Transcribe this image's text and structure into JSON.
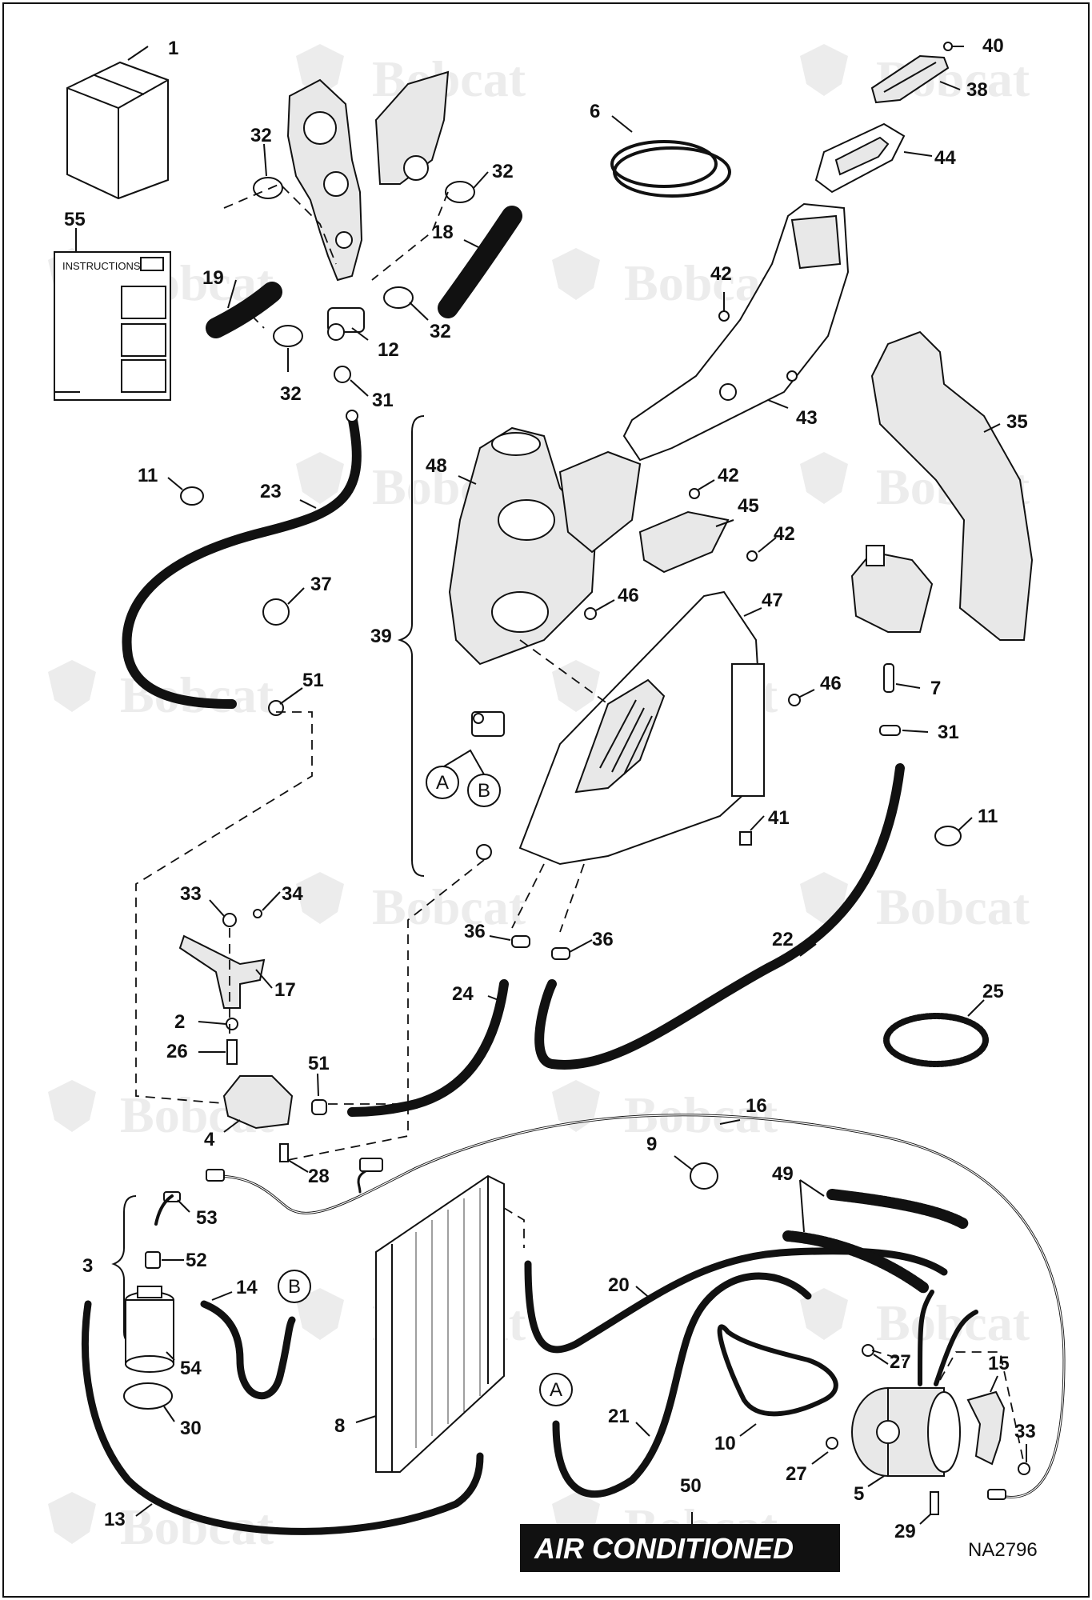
{
  "watermark": {
    "brand": "Bobcat"
  },
  "instructions_label": "INSTRUCTIONS",
  "banner": {
    "text": "AIR CONDITIONED"
  },
  "figure_code": "NA2796",
  "connectors": {
    "a": "A",
    "b": "B"
  },
  "callouts": {
    "c1": "1",
    "c55": "55",
    "c32a": "32",
    "c32b": "32",
    "c32c": "32",
    "c32d": "32",
    "c18": "18",
    "c19": "19",
    "c12": "12",
    "c31a": "31",
    "c6": "6",
    "c40": "40",
    "c38": "38",
    "c44": "44",
    "c42a": "42",
    "c43": "43",
    "c35": "35",
    "c11a": "11",
    "c23": "23",
    "c48": "48",
    "c42b": "42",
    "c45": "45",
    "c42c": "42",
    "c37": "37",
    "c46a": "46",
    "c47": "47",
    "c39": "39",
    "c51a": "51",
    "c46b": "46",
    "c7": "7",
    "c31b": "31",
    "c41": "41",
    "c11b": "11",
    "c33a": "33",
    "c34": "34",
    "c17": "17",
    "c36a": "36",
    "c36b": "36",
    "c22": "22",
    "c24": "24",
    "c25": "25",
    "c2": "2",
    "c26": "26",
    "c51b": "51",
    "c4": "4",
    "c28": "28",
    "c16": "16",
    "c9": "9",
    "c49": "49",
    "c53": "53",
    "c3": "3",
    "c52": "52",
    "c14": "14",
    "c20": "20",
    "c54": "54",
    "c8": "8",
    "c30": "30",
    "c27a": "27",
    "c15": "15",
    "c21": "21",
    "c10": "10",
    "c33b": "33",
    "c27b": "27",
    "c5": "5",
    "c13": "13",
    "c50": "50",
    "c29": "29"
  }
}
